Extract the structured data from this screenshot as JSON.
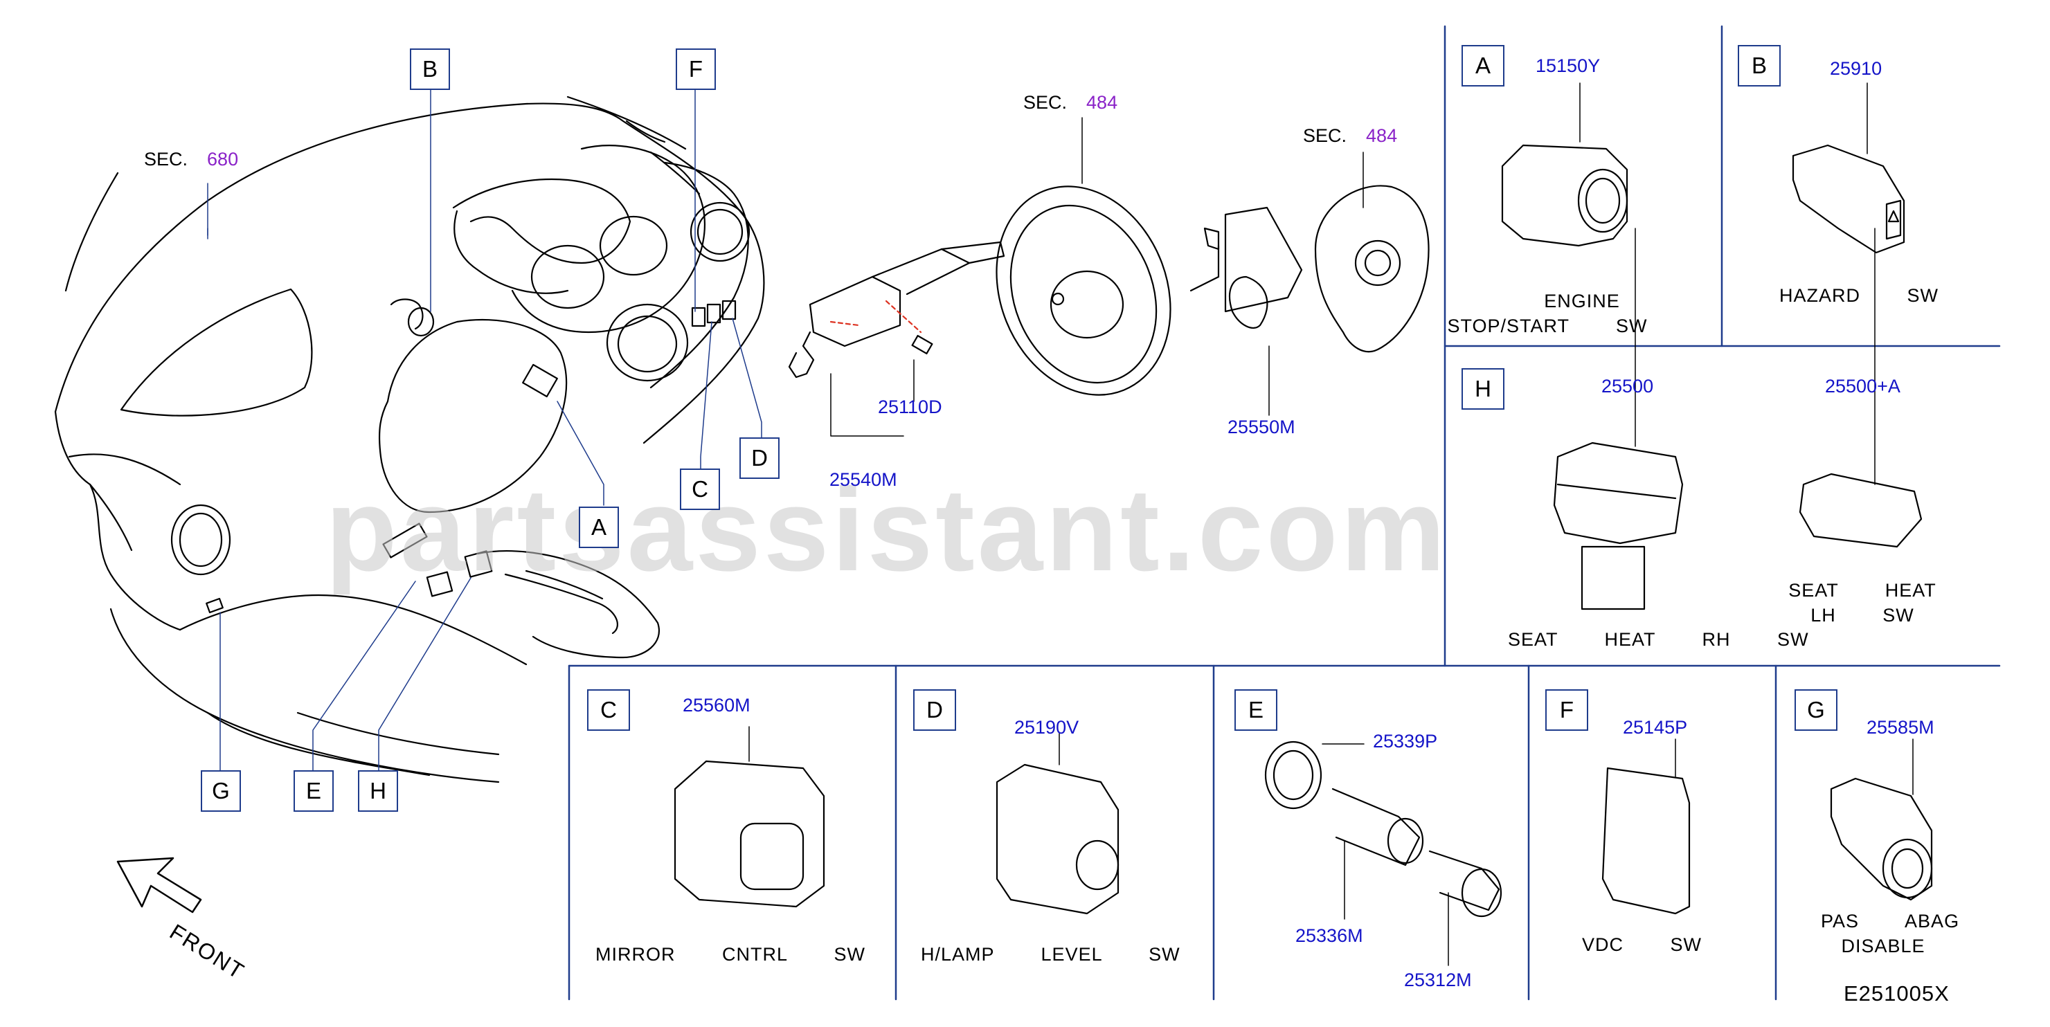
{
  "sections": {
    "sec_680": {
      "label": "SEC.",
      "num": "680"
    },
    "sec_484a": {
      "label": "SEC.",
      "num": "484"
    },
    "sec_484b": {
      "label": "SEC.",
      "num": "484"
    }
  },
  "main_parts": {
    "p25110D": "25110D",
    "p25540M": "25540M",
    "p25550M": "25550M"
  },
  "callouts": {
    "B": "B",
    "F": "F",
    "A": "A",
    "C": "C",
    "D": "D",
    "G": "G",
    "E": "E",
    "H": "H"
  },
  "front_label": "FRONT",
  "panels": {
    "A": {
      "letter": "A",
      "part": "15150Y",
      "caption_1": "ENGINE",
      "caption_2": "STOP/START   SW"
    },
    "B": {
      "letter": "B",
      "part": "25910",
      "caption_1": "HAZARD   SW"
    },
    "H": {
      "letter": "H",
      "part_rh": "25500",
      "part_lh": "25500+A",
      "caption_rh": "SEAT   HEAT   RH   SW",
      "caption_lh_1": "SEAT   HEAT",
      "caption_lh_2": "LH   SW"
    },
    "C": {
      "letter": "C",
      "part": "25560M",
      "caption": "MIRROR   CNTRL   SW"
    },
    "D": {
      "letter": "D",
      "part": "25190V",
      "caption": "H/LAMP   LEVEL   SW"
    },
    "E": {
      "letter": "E",
      "part_1": "25339P",
      "part_2": "25336M",
      "part_3": "25312M"
    },
    "F": {
      "letter": "F",
      "part": "25145P",
      "caption": "VDC   SW"
    },
    "G": {
      "letter": "G",
      "part": "25585M",
      "caption_1": "PAS   ABAG",
      "caption_2": "DISABLE"
    }
  },
  "watermark": "partsassistant.com",
  "diagram_code": "E251005X"
}
